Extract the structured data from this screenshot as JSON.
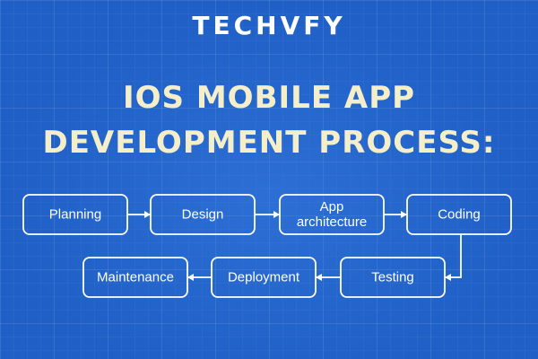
{
  "logo": {
    "text": "TECHVFY"
  },
  "title": {
    "line1": "IOS MOBILE APP",
    "line2": "DEVELOPMENT PROCESS:"
  },
  "flow": {
    "steps": [
      {
        "id": "planning",
        "lines": [
          "Planning"
        ]
      },
      {
        "id": "design",
        "lines": [
          "Design"
        ]
      },
      {
        "id": "app-architecture",
        "lines": [
          "App",
          "architecture"
        ]
      },
      {
        "id": "coding",
        "lines": [
          "Coding"
        ]
      },
      {
        "id": "testing",
        "lines": [
          "Testing"
        ]
      },
      {
        "id": "deployment",
        "lines": [
          "Deployment"
        ]
      },
      {
        "id": "maintenance",
        "lines": [
          "Maintenance"
        ]
      }
    ]
  },
  "colors": {
    "background": "#1f5fc6",
    "title_text": "#f5efc9",
    "node_border": "#ffffff",
    "node_text": "#ffffff"
  }
}
